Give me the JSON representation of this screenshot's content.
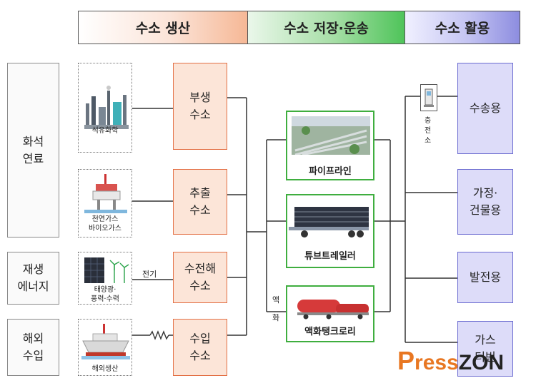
{
  "header": {
    "production": "수소 생산",
    "storage_transport": "수소 저장·운송",
    "utilization": "수소 활용"
  },
  "sources": {
    "fossil": "화석\n연료",
    "renewable": "재생\n에너지",
    "overseas": "해외\n수입"
  },
  "images": {
    "petrochem": "석유화학",
    "natural_gas": "천연가스\n바이오가스",
    "solar_wind": "태양광·\n풍력·수력",
    "overseas_production": "해외생산"
  },
  "production": {
    "byproduct": "부생\n수소",
    "extraction": "추출\n수소",
    "electrolysis": "수전해\n수소",
    "import": "수입\n수소"
  },
  "labels": {
    "electricity": "전기",
    "liquefaction_1": "액",
    "liquefaction_2": "화",
    "charging_station": "충전소"
  },
  "transport": {
    "pipeline": "파이프라인",
    "tube_trailer": "튜브트레일러",
    "liquid_tank_lorry": "액화탱크로리"
  },
  "uses": {
    "transport": "수송용",
    "home_building": "가정·\n건물용",
    "power": "발전용",
    "gas_turbine": "가스\n터빈"
  },
  "watermark": {
    "part1": "ress",
    "part2": "ZON"
  },
  "colors": {
    "production_accent": "#e36f44",
    "transport_accent": "#3fae3f",
    "use_accent": "#6a6ad0"
  }
}
